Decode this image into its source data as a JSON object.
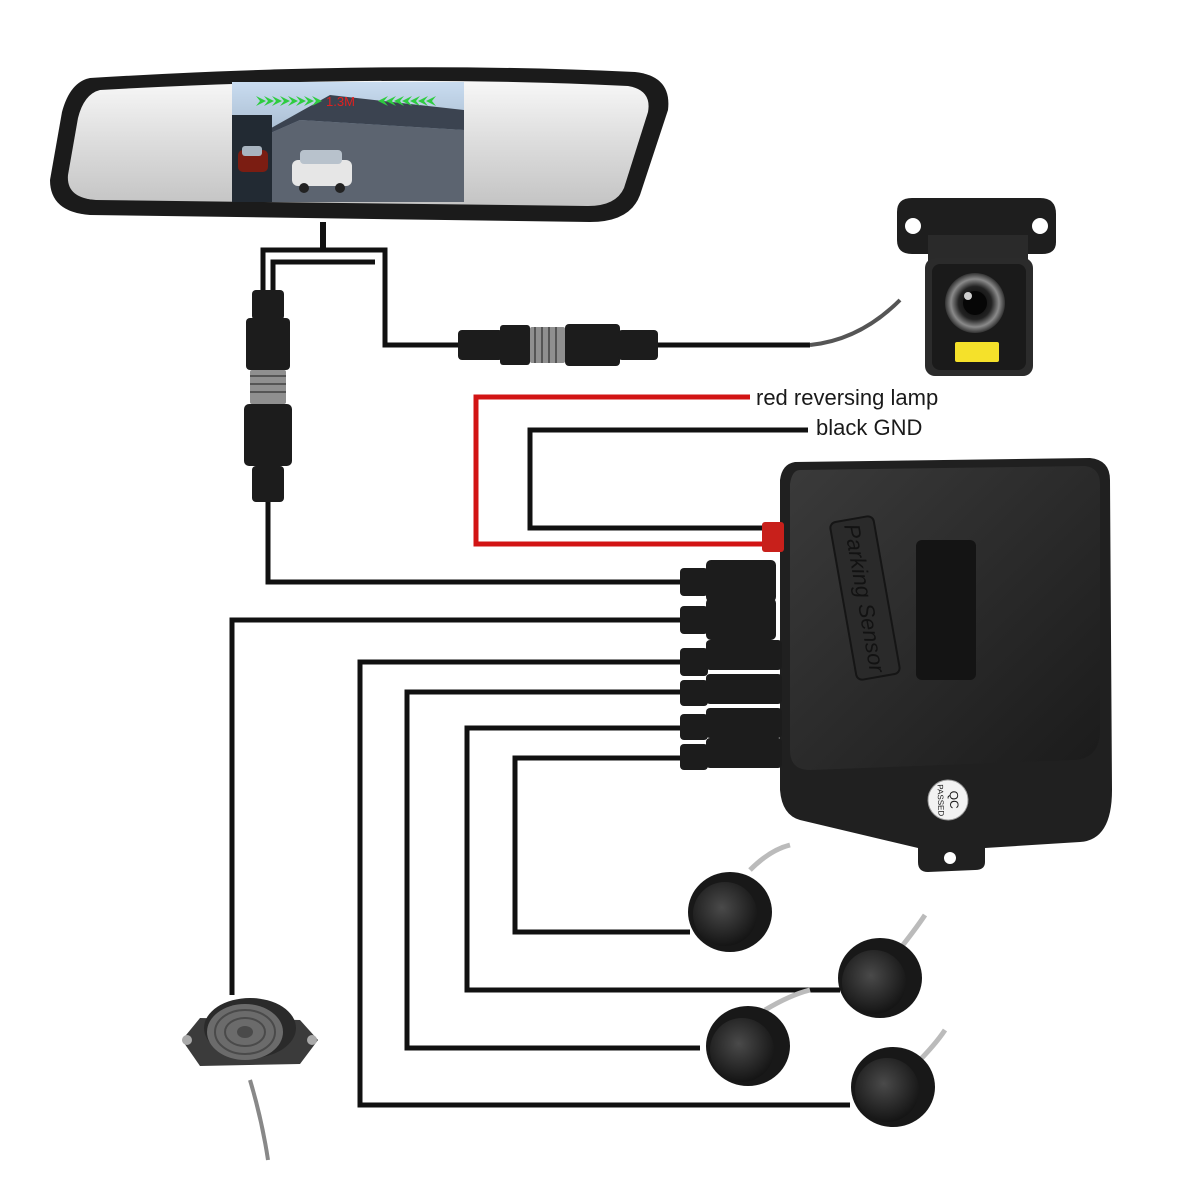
{
  "mirror": {
    "distance_label": "1.3M",
    "colors": {
      "guide_green": "#2ecc40",
      "distance_red": "#e02020"
    }
  },
  "wires": {
    "red_label": "red reversing lamp",
    "black_label": "black GND",
    "colors": {
      "red": "#d21414",
      "black": "#111111"
    }
  },
  "control_box": {
    "embossed_text": "Parking Sensor",
    "qc_sticker": {
      "line1": "QC",
      "line2": "PASSED"
    }
  }
}
